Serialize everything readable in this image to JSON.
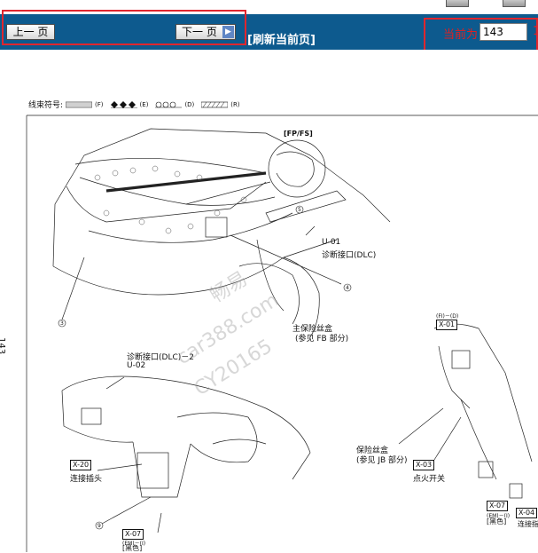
{
  "toolbar": {
    "prev_label": "上一 页",
    "next_label": "下一 页",
    "refresh_label": "[刷新当前页]",
    "current_label": "当前为",
    "page_value": "143",
    "cutoff_text": "14"
  },
  "page": {
    "page_number": "143",
    "legend_title": "线束符号:",
    "legend_codes": [
      "(F)",
      "(E)",
      "(D)",
      "(R)"
    ]
  },
  "diagram": {
    "fp_fs": "[FP/FS]",
    "u01_code": "U-01",
    "u01_label": "诊断接口(DLC)",
    "main_fuse": "主保险丝盒",
    "main_fuse_ref": "(参见 FB 部分)",
    "diag2": "诊断接口(DLC)－2",
    "u02_code": "U-02",
    "x20": "X-20",
    "connector": "连接插头",
    "x07": "X-07",
    "em1": "(EM)－(I)",
    "black": "[黑色]",
    "fi_d": "(FI)－(D)",
    "x01": "X-01",
    "fuse_box": "保险丝盒",
    "jb_ref": "(参见 JB 部分)",
    "x03": "X-03",
    "ignition": "点火开关",
    "x07b": "X-07",
    "em2": "(EM)－(I)",
    "black2": "[黑色]",
    "x04": "X-04",
    "connector2": "连接指",
    "c3": "3",
    "c4": "4",
    "c5": "5",
    "c9": "9"
  },
  "watermark": {
    "w1": "畅易",
    "w2": "car388.com",
    "w3": "CY20165"
  },
  "colors": {
    "toolbar_bg": "#0d5a8e",
    "highlight": "#e0262e",
    "current_text": "#e02020"
  }
}
